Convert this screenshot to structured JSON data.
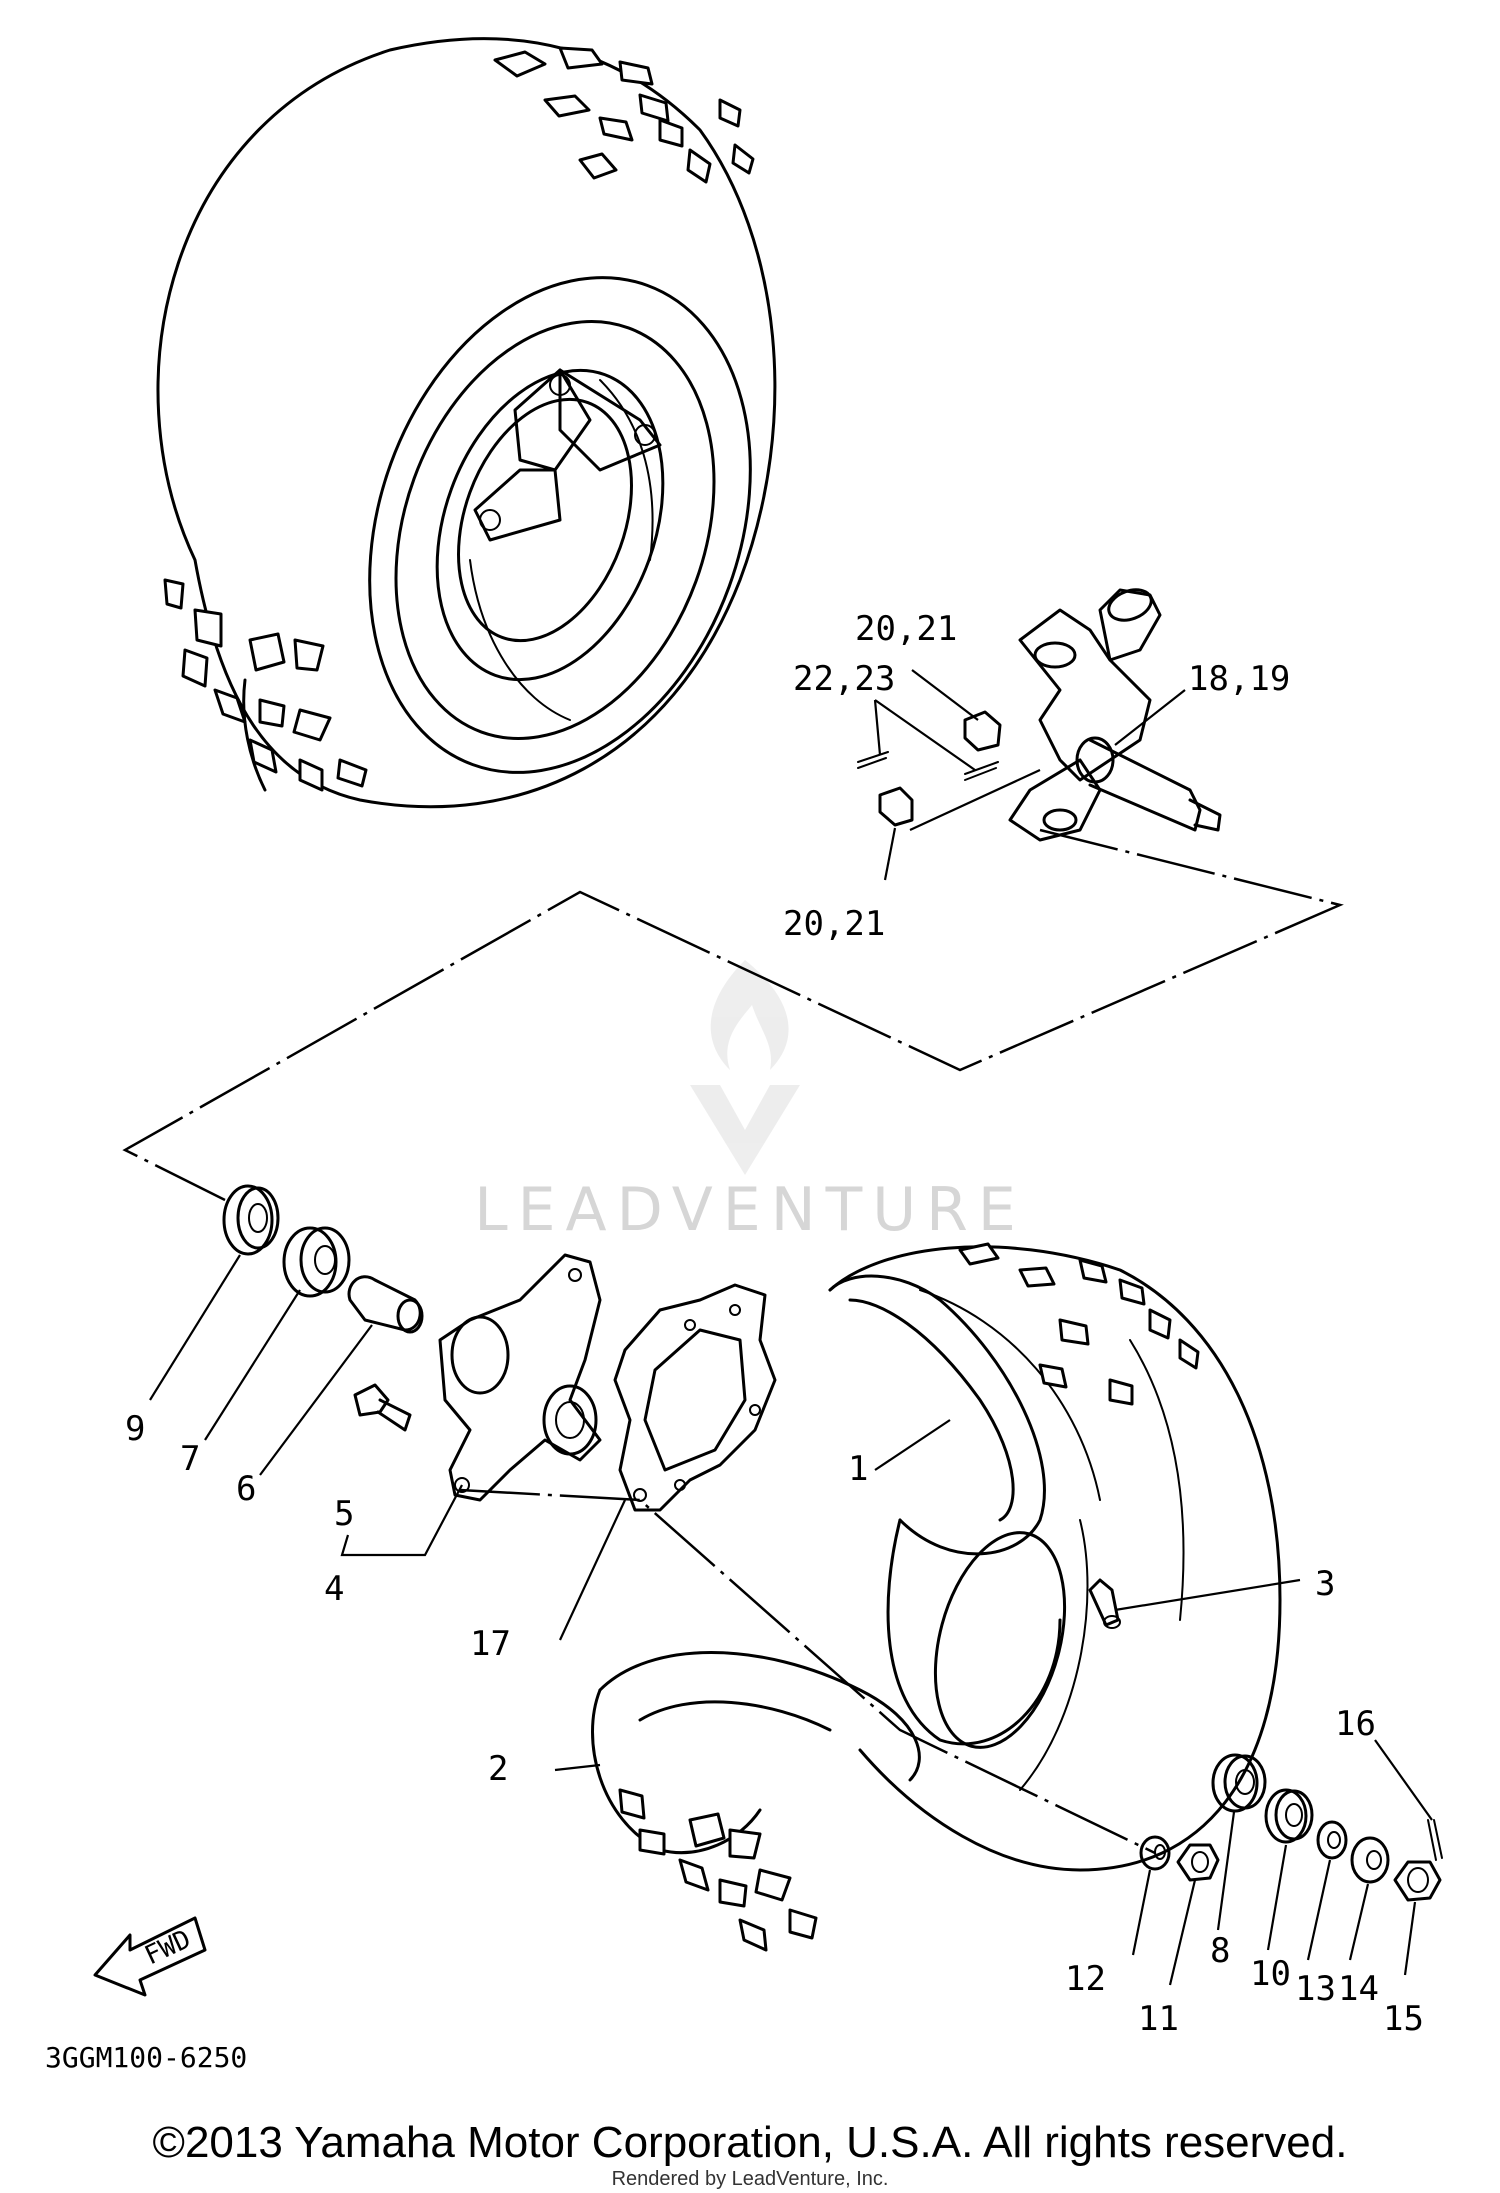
{
  "watermark": {
    "text": "LEADVENTURE",
    "logo_icon": "leadventure-flame-logo"
  },
  "diagram_code": "3GGM100-6250",
  "direction_arrow": {
    "label": "FWD"
  },
  "copyright": "©2013 Yamaha Motor Corporation, U.S.A. All rights reserved.",
  "rendered_by": "Rendered by LeadVenture, Inc.",
  "callouts": {
    "p1": "1",
    "p2": "2",
    "p3": "3",
    "p4": "4",
    "p5": "5",
    "p6": "6",
    "p7": "7",
    "p8": "8",
    "p9": "9",
    "p10": "10",
    "p11": "11",
    "p12": "12",
    "p13": "13",
    "p14": "14",
    "p15": "15",
    "p16": "16",
    "p17": "17",
    "p18_19": "18,19",
    "p20_21_top": "20,21",
    "p20_21_bottom": "20,21",
    "p22_23": "22,23"
  }
}
